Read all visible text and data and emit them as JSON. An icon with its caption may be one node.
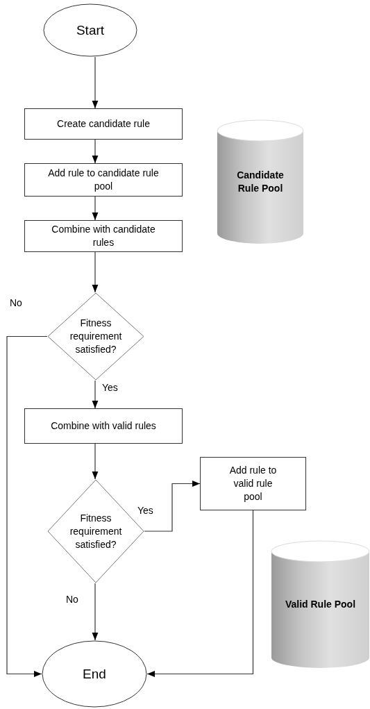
{
  "diagram": {
    "nodes": [
      {
        "text": [
          "Start"
        ]
      },
      {
        "text": [
          "Create candidate rule"
        ]
      },
      {
        "text": [
          "Add rule to candidate rule pool"
        ]
      },
      {
        "text": [
          "Combine with candidate rules"
        ]
      },
      {
        "text": [
          "Fitness requirement satisfied?"
        ]
      },
      {
        "text": [
          "Combine with valid rules"
        ]
      },
      {
        "text": [
          "Fitness requirement satisfied?"
        ]
      },
      {
        "text": [
          "Add rule to valid rule pool"
        ]
      },
      {
        "text": [
          "End"
        ]
      },
      {
        "text": [
          "Candidate Rule Pool"
        ]
      },
      {
        "text": [
          "Valid Rule Pool"
        ]
      }
    ],
    "edges": [
      {
        "from": 0,
        "to": 1,
        "arrow": "to"
      },
      {
        "from": 1,
        "to": 2,
        "arrow": "to"
      },
      {
        "from": 2,
        "to": 3,
        "arrow": "to"
      },
      {
        "from": 3,
        "to": 4,
        "arrow": "to"
      },
      {
        "from": 4,
        "to": 5,
        "arrow": "to",
        "label": "Yes"
      },
      {
        "from": 4,
        "to": 8,
        "arrow": "to",
        "label": "No"
      },
      {
        "from": 5,
        "to": 6,
        "arrow": "to"
      },
      {
        "from": 6,
        "to": 7,
        "arrow": "to",
        "label": "Yes"
      },
      {
        "from": 6,
        "to": 8,
        "arrow": "to",
        "label": "No"
      },
      {
        "from": 7,
        "to": 8,
        "arrow": "to"
      }
    ]
  }
}
